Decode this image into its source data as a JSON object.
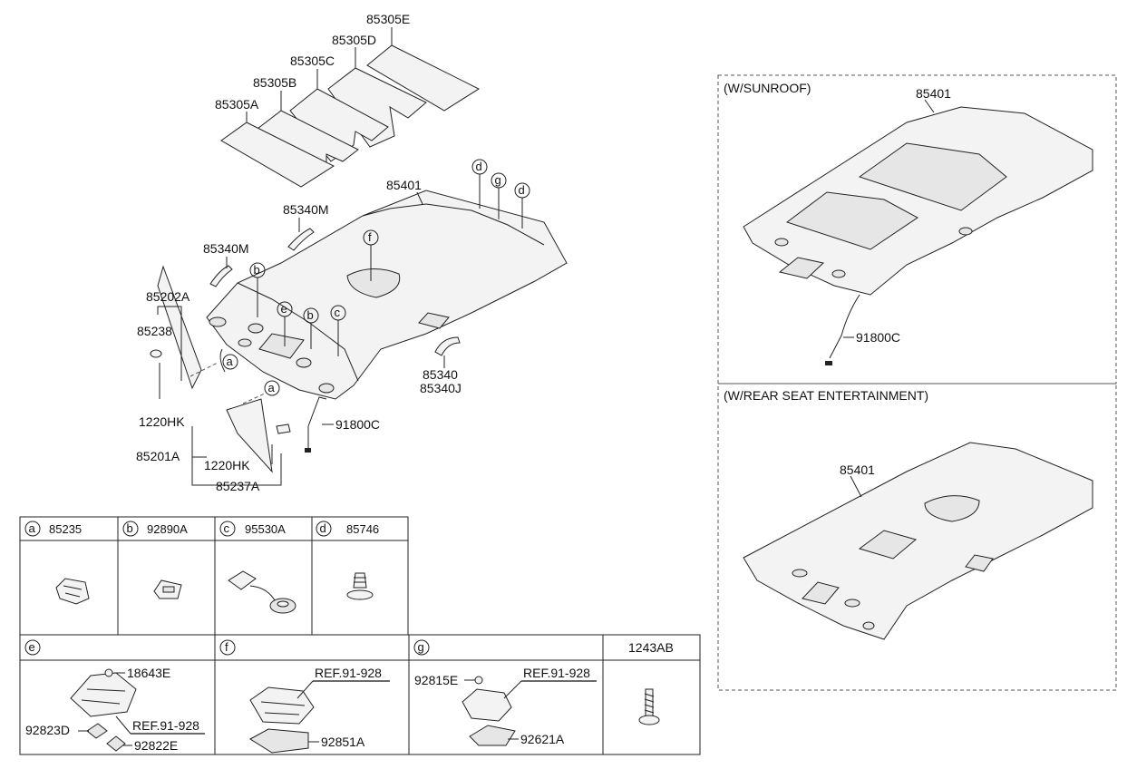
{
  "main_callouts": {
    "p85305E": "85305E",
    "p85305D": "85305D",
    "p85305C": "85305C",
    "p85305B": "85305B",
    "p85305A": "85305A",
    "p85401": "85401",
    "p85340M_right": "85340M",
    "p85340M_left": "85340M",
    "p85202A": "85202A",
    "p85238": "85238",
    "p1220HK_left": "1220HK",
    "p85201A": "85201A",
    "p1220HK_right": "1220HK",
    "p85237A": "85237A",
    "p91800C": "91800C",
    "p85340": "85340",
    "p85340J": "85340J"
  },
  "markers": {
    "a": "a",
    "b": "b",
    "c": "c",
    "d": "d",
    "e": "e",
    "f": "f",
    "g": "g"
  },
  "sunroof_box": {
    "title": "(W/SUNROOF)",
    "p85401": "85401",
    "p91800C": "91800C"
  },
  "rse_box": {
    "title": "(W/REAR SEAT ENTERTAINMENT)",
    "p85401": "85401"
  },
  "legend": {
    "row1": [
      {
        "letter": "a",
        "part": "85235"
      },
      {
        "letter": "b",
        "part": "92890A"
      },
      {
        "letter": "c",
        "part": "95530A"
      },
      {
        "letter": "d",
        "part": "85746"
      }
    ],
    "row2": [
      {
        "letter": "e",
        "part": ""
      },
      {
        "letter": "f",
        "part": ""
      },
      {
        "letter": "g",
        "part": ""
      },
      {
        "letter": "",
        "part": "1243AB"
      }
    ],
    "e_parts": {
      "p18643E": "18643E",
      "p92823D": "92823D",
      "p92822E": "92822E",
      "ref": "REF.91-928"
    },
    "f_parts": {
      "ref": "REF.91-928",
      "p92851A": "92851A"
    },
    "g_parts": {
      "p92815E": "92815E",
      "ref": "REF.91-928",
      "p92621A": "92621A"
    }
  }
}
